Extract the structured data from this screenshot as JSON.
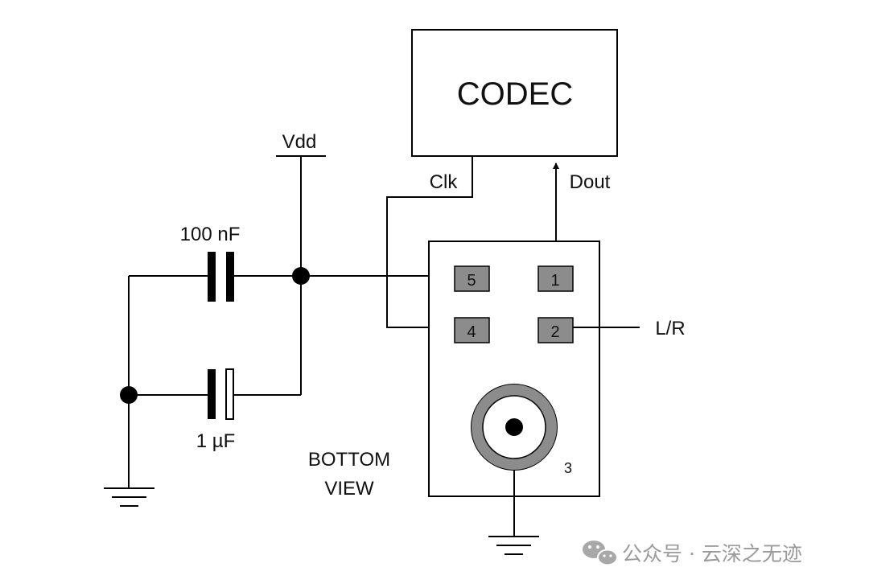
{
  "diagram": {
    "codec_label": "CODEC",
    "vdd_label": "Vdd",
    "clk_label": "Clk",
    "dout_label": "Dout",
    "cap_100n_label": "100 nF",
    "cap_1u_label": "1 µF",
    "lr_label": "L/R",
    "view_label_line1": "BOTTOM",
    "view_label_line2": "VIEW",
    "pins": {
      "p1": "1",
      "p2": "2",
      "p3": "3",
      "p4": "4",
      "p5": "5"
    }
  },
  "watermark": {
    "text": "公众号 · 云深之无迹",
    "icon": "wechat-icon"
  },
  "colors": {
    "line": "#000000",
    "pad_fill": "#8c8c8c",
    "ring": "#8c8c8c",
    "watermark": "#9a9a9a"
  }
}
